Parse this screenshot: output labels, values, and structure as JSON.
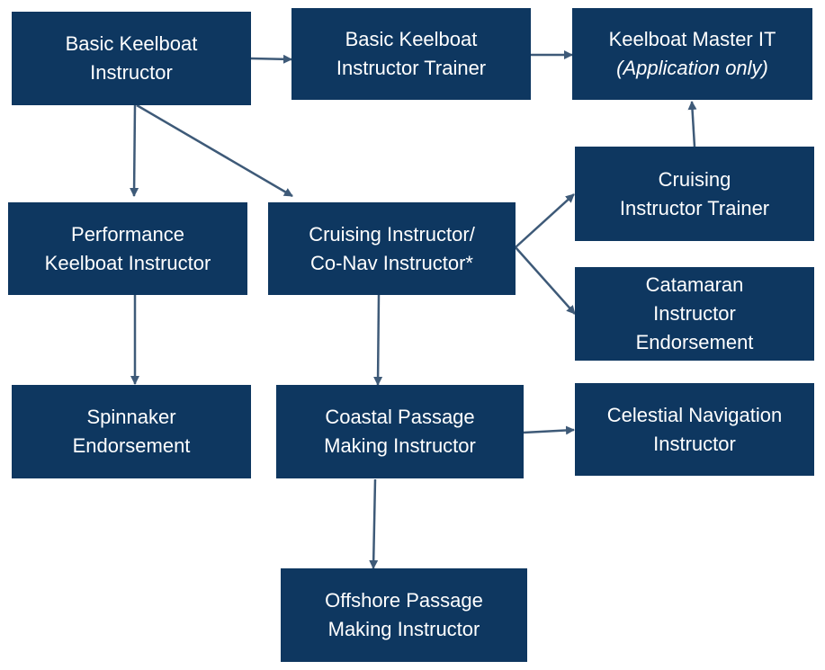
{
  "diagram": {
    "nodes": {
      "basic_keelboat_instructor": {
        "lines": [
          "Basic Keelboat",
          "Instructor"
        ]
      },
      "basic_keelboat_instructor_trainer": {
        "lines": [
          "Basic Keelboat",
          "Instructor Trainer"
        ]
      },
      "keelboat_master_it": {
        "lines": [
          "Keelboat Master IT",
          "(Application only)"
        ]
      },
      "performance_keelboat_instructor": {
        "lines": [
          "Performance",
          "Keelboat Instructor"
        ]
      },
      "cruising_instructor": {
        "lines": [
          "Cruising Instructor/",
          "Co-Nav Instructor*"
        ]
      },
      "cruising_instructor_trainer": {
        "lines": [
          "Cruising",
          "Instructor Trainer"
        ]
      },
      "catamaran_instructor_endorsement": {
        "lines": [
          "Catamaran",
          "Instructor",
          "Endorsement"
        ]
      },
      "spinnaker_endorsement": {
        "lines": [
          "Spinnaker",
          "Endorsement"
        ]
      },
      "coastal_passage_making_instructor": {
        "lines": [
          "Coastal Passage",
          "Making Instructor"
        ]
      },
      "celestial_navigation_instructor": {
        "lines": [
          "Celestial Navigation",
          "Instructor"
        ]
      },
      "offshore_passage_making_instructor": {
        "lines": [
          "Offshore Passage",
          "Making Instructor"
        ]
      }
    },
    "edges": [
      {
        "from": "basic_keelboat_instructor",
        "to": "basic_keelboat_instructor_trainer"
      },
      {
        "from": "basic_keelboat_instructor_trainer",
        "to": "keelboat_master_it"
      },
      {
        "from": "basic_keelboat_instructor",
        "to": "performance_keelboat_instructor"
      },
      {
        "from": "basic_keelboat_instructor",
        "to": "cruising_instructor"
      },
      {
        "from": "cruising_instructor_trainer",
        "to": "keelboat_master_it"
      },
      {
        "from": "cruising_instructor",
        "to": "cruising_instructor_trainer"
      },
      {
        "from": "cruising_instructor",
        "to": "catamaran_instructor_endorsement"
      },
      {
        "from": "performance_keelboat_instructor",
        "to": "spinnaker_endorsement"
      },
      {
        "from": "cruising_instructor",
        "to": "coastal_passage_making_instructor"
      },
      {
        "from": "coastal_passage_making_instructor",
        "to": "celestial_navigation_instructor"
      },
      {
        "from": "coastal_passage_making_instructor",
        "to": "offshore_passage_making_instructor"
      }
    ],
    "colors": {
      "box": "#0e3760",
      "text": "#ffffff",
      "arrow": "#3e5a78"
    }
  }
}
